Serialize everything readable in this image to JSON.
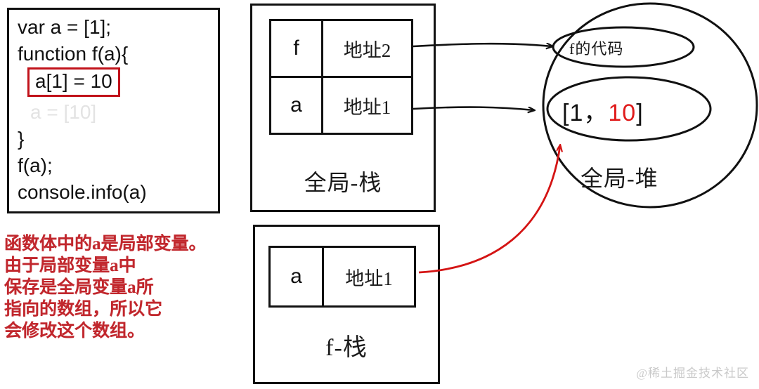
{
  "code_panel": {
    "lines": [
      {
        "text": "var a = [1];",
        "style": "plain"
      },
      {
        "text": "function f(a){",
        "style": "plain"
      },
      {
        "text": "a[1] = 10",
        "style": "boxed"
      },
      {
        "text": "a = [10]",
        "style": "ghost"
      },
      {
        "text": "}",
        "style": "plain"
      },
      {
        "text": "f(a);",
        "style": "plain"
      },
      {
        "text": "console.info(a)",
        "style": "plain"
      }
    ],
    "line_0": "var a = [1];",
    "line_1": "function f(a){",
    "line_2_boxed": "a[1] = 10",
    "line_3_ghost": "a = [10]",
    "line_4": "}",
    "line_5": "f(a);",
    "line_6": "console.info(a)",
    "highlight_color": "#c1121a",
    "ghost_color": "#e3e3e3"
  },
  "annotation": {
    "color": "#c1272d",
    "lines": [
      "函数体中的a是局部变量。",
      "由于局部变量a中",
      "保存是全局变量a所",
      "指向的数组，所以它",
      "会修改这个数组。"
    ],
    "line_0": "函数体中的a是局部变量。",
    "line_1": "由于局部变量a中",
    "line_2": "保存是全局变量a所",
    "line_3": "指向的数组，所以它",
    "line_4": "会修改这个数组。"
  },
  "global_stack": {
    "label": "全局-栈",
    "rows": [
      {
        "name": "f",
        "value": "地址2"
      },
      {
        "name": "a",
        "value": "地址1"
      }
    ],
    "row_0_name": "f",
    "row_0_value": "地址2",
    "row_1_name": "a",
    "row_1_value": "地址1"
  },
  "f_stack": {
    "label": "f-栈",
    "rows": [
      {
        "name": "a",
        "value": "地址1"
      }
    ],
    "row_0_name": "a",
    "row_0_value": "地址1"
  },
  "heap": {
    "label": "全局-堆",
    "function_code_label": "f的代码",
    "array_prefix": "[1，",
    "array_modified_value": "10",
    "array_suffix": "]",
    "modified_value_color": "#e01b1b"
  },
  "arrows": [
    {
      "name": "global-f-to-code",
      "color": "#111111",
      "from": "global-stack f 地址2",
      "to": "f的代码"
    },
    {
      "name": "global-a-to-array",
      "color": "#111111",
      "from": "global-stack a 地址1",
      "to": "[1，10]"
    },
    {
      "name": "f-stack-a-to-array",
      "color": "#d41414",
      "from": "f-stack a 地址1",
      "to": "[1，10]"
    }
  ],
  "watermark": {
    "text": "@稀土掘金技术社区"
  }
}
